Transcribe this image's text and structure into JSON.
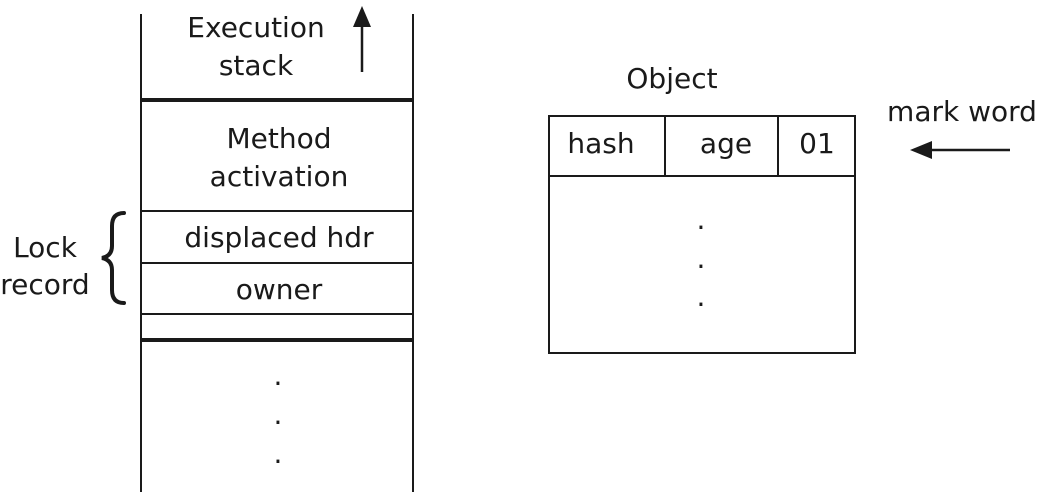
{
  "stack": {
    "title_line1": "Execution",
    "title_line2": "stack",
    "method_line1": "Method",
    "method_line2": "activation",
    "displaced_hdr": "displaced hdr",
    "owner": "owner",
    "ellipsis_dot": "."
  },
  "lock_record": {
    "line1": "Lock",
    "line2": "record"
  },
  "object": {
    "title": "Object",
    "fields": [
      "hash",
      "age",
      "01"
    ],
    "ellipsis_dot": "."
  },
  "mark_word": {
    "label": "mark word"
  }
}
